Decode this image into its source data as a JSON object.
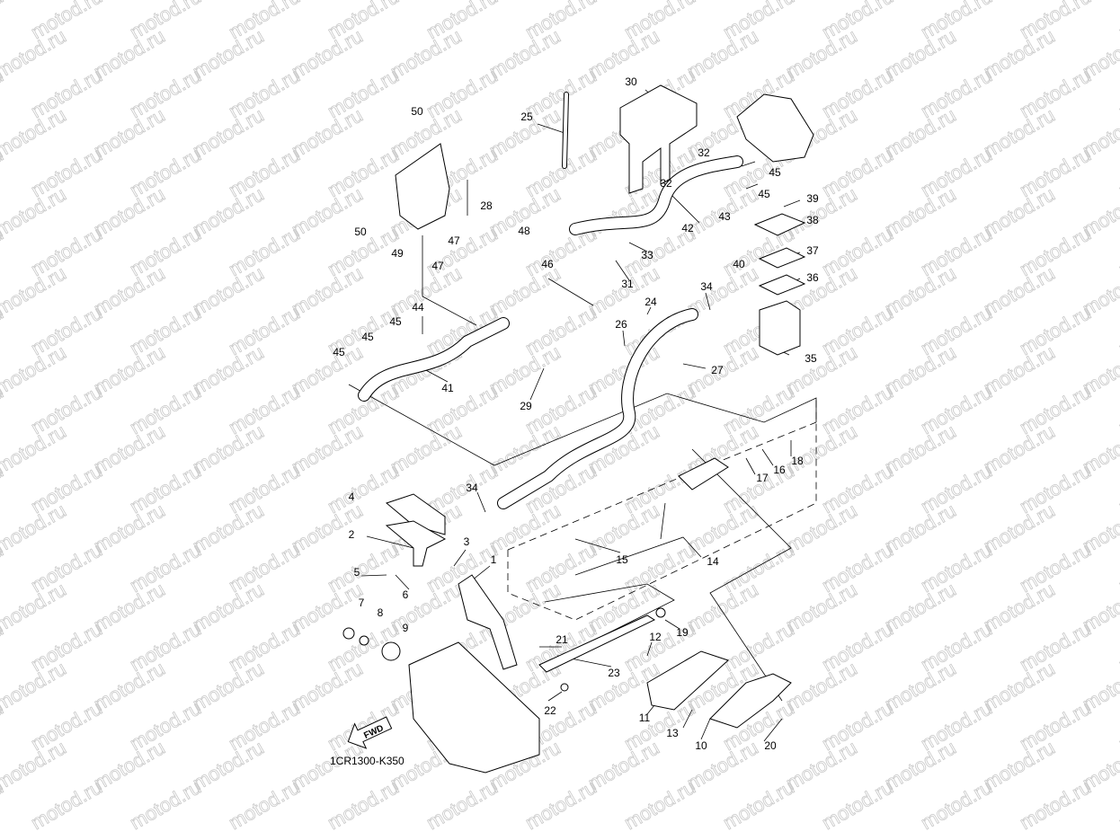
{
  "diagram": {
    "part_code": "1CR1300-K350",
    "fwd_label": "FWD",
    "watermark": "motod.ru",
    "callouts": [
      "50",
      "50",
      "49",
      "28",
      "47",
      "47",
      "48",
      "46",
      "25",
      "30",
      "32",
      "32",
      "45",
      "45",
      "39",
      "38",
      "43",
      "42",
      "33",
      "31",
      "37",
      "40",
      "36",
      "34",
      "24",
      "35",
      "26",
      "27",
      "29",
      "44",
      "45",
      "45",
      "45",
      "41",
      "34",
      "4",
      "2",
      "3",
      "5",
      "1",
      "6",
      "15",
      "14",
      "17",
      "16",
      "18",
      "7",
      "8",
      "9",
      "19",
      "21",
      "12",
      "23",
      "22",
      "11",
      "13",
      "10",
      "20"
    ]
  }
}
